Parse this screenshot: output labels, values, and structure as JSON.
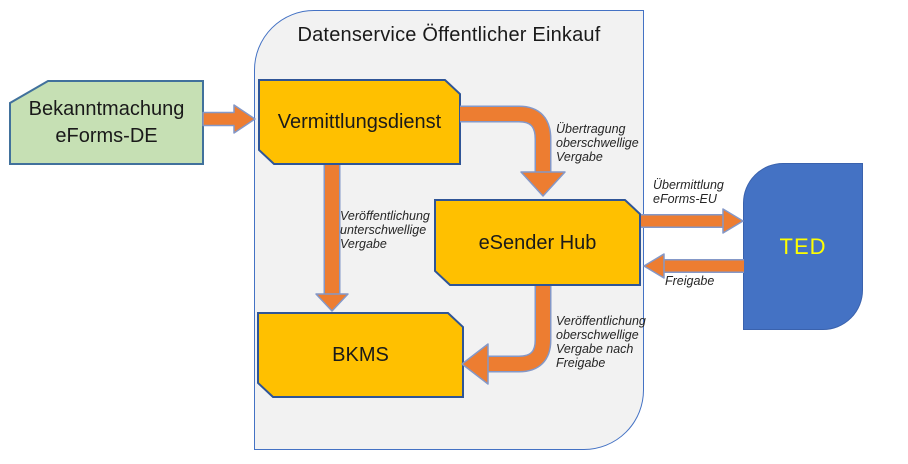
{
  "colors": {
    "container_fill": "#F2F2F2",
    "container_border": "#4472C4",
    "node_gold": "#FFC000",
    "node_gold_border": "#2F5597",
    "node_green": "#C6E0B4",
    "node_green_border": "#41719C",
    "ted_blue": "#4472C4",
    "ted_text_yellow": "#FFFF00",
    "arrow_orange": "#ED7D31",
    "arrow_outline": "#8498C8"
  },
  "container": {
    "title": "Datenservice Öffentlicher Einkauf"
  },
  "nodes": {
    "bekanntmachung": {
      "label": "Bekanntmachung\neForms-DE"
    },
    "vermittlungsdienst": {
      "label": "Vermittlungsdienst"
    },
    "esender_hub": {
      "label": "eSender Hub"
    },
    "bkms": {
      "label": "BKMS"
    },
    "ted": {
      "label": "TED"
    }
  },
  "edges": {
    "uebertragung_oberschwellig": {
      "label": "Übertragung\noberschwellige\nVergabe"
    },
    "veroeffentlichung_unterschwellig": {
      "label": "Veröffentlichung\nunterschwellige\nVergabe"
    },
    "uebermittlung_eforms_eu": {
      "label": "Übermittlung\neForms-EU"
    },
    "freigabe": {
      "label": "Freigabe"
    },
    "veroeffentlichung_oberschwellig": {
      "label": "Veröffentlichung\noberschwellige\nVergabe nach\nFreigabe"
    }
  }
}
